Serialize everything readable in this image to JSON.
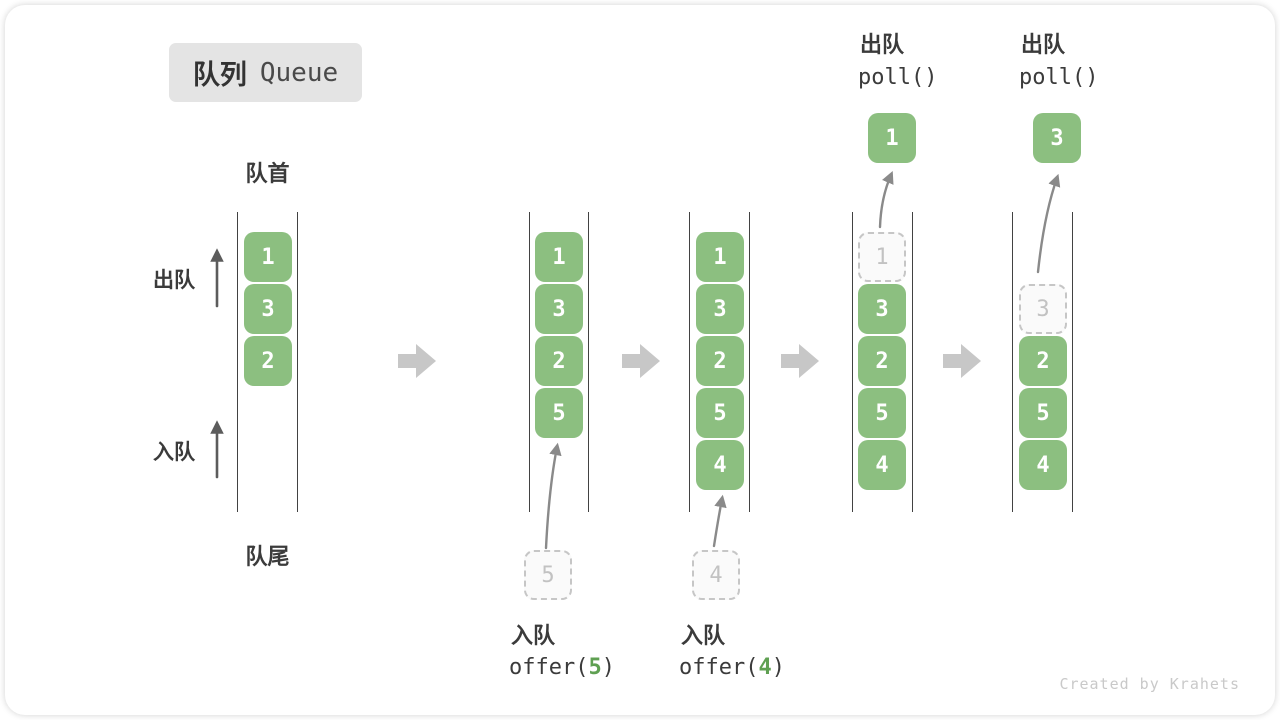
{
  "title": {
    "zh": "队列",
    "en": "Queue"
  },
  "labels": {
    "front": "队首",
    "rear": "队尾",
    "dequeue_side": "出队",
    "enqueue_side": "入队"
  },
  "queues": {
    "col1": [
      "1",
      "3",
      "2"
    ],
    "col2": [
      "1",
      "3",
      "2",
      "5"
    ],
    "col3": [
      "1",
      "3",
      "2",
      "5",
      "4"
    ],
    "col4": {
      "popped": "1",
      "ghost": "1",
      "cells": [
        "3",
        "2",
        "5",
        "4"
      ]
    },
    "col5": {
      "popped": "3",
      "ghost": "3",
      "cells": [
        "2",
        "5",
        "4"
      ]
    }
  },
  "ops": {
    "enqueue5": {
      "label": "入队",
      "fn": "offer(",
      "arg": "5",
      "close": ")",
      "ghost": "5"
    },
    "enqueue4": {
      "label": "入队",
      "fn": "offer(",
      "arg": "4",
      "close": ")",
      "ghost": "4"
    },
    "poll1": {
      "label": "出队",
      "fn": "poll()"
    },
    "poll2": {
      "label": "出队",
      "fn": "poll()"
    }
  },
  "footer": {
    "credit": "Created by Krahets"
  },
  "colors": {
    "box_green": "#8cbf80",
    "accent_green": "#5fa052",
    "block_arrow_gray": "#c7c7c7",
    "curve_arrow_gray": "#8a8a8a",
    "column_line": "#424242",
    "ghost_border": "#c6c6c6",
    "badge_bg": "#e4e4e4",
    "text_dark": "#3b3b3b",
    "credit_gray": "#c9c9c9"
  }
}
